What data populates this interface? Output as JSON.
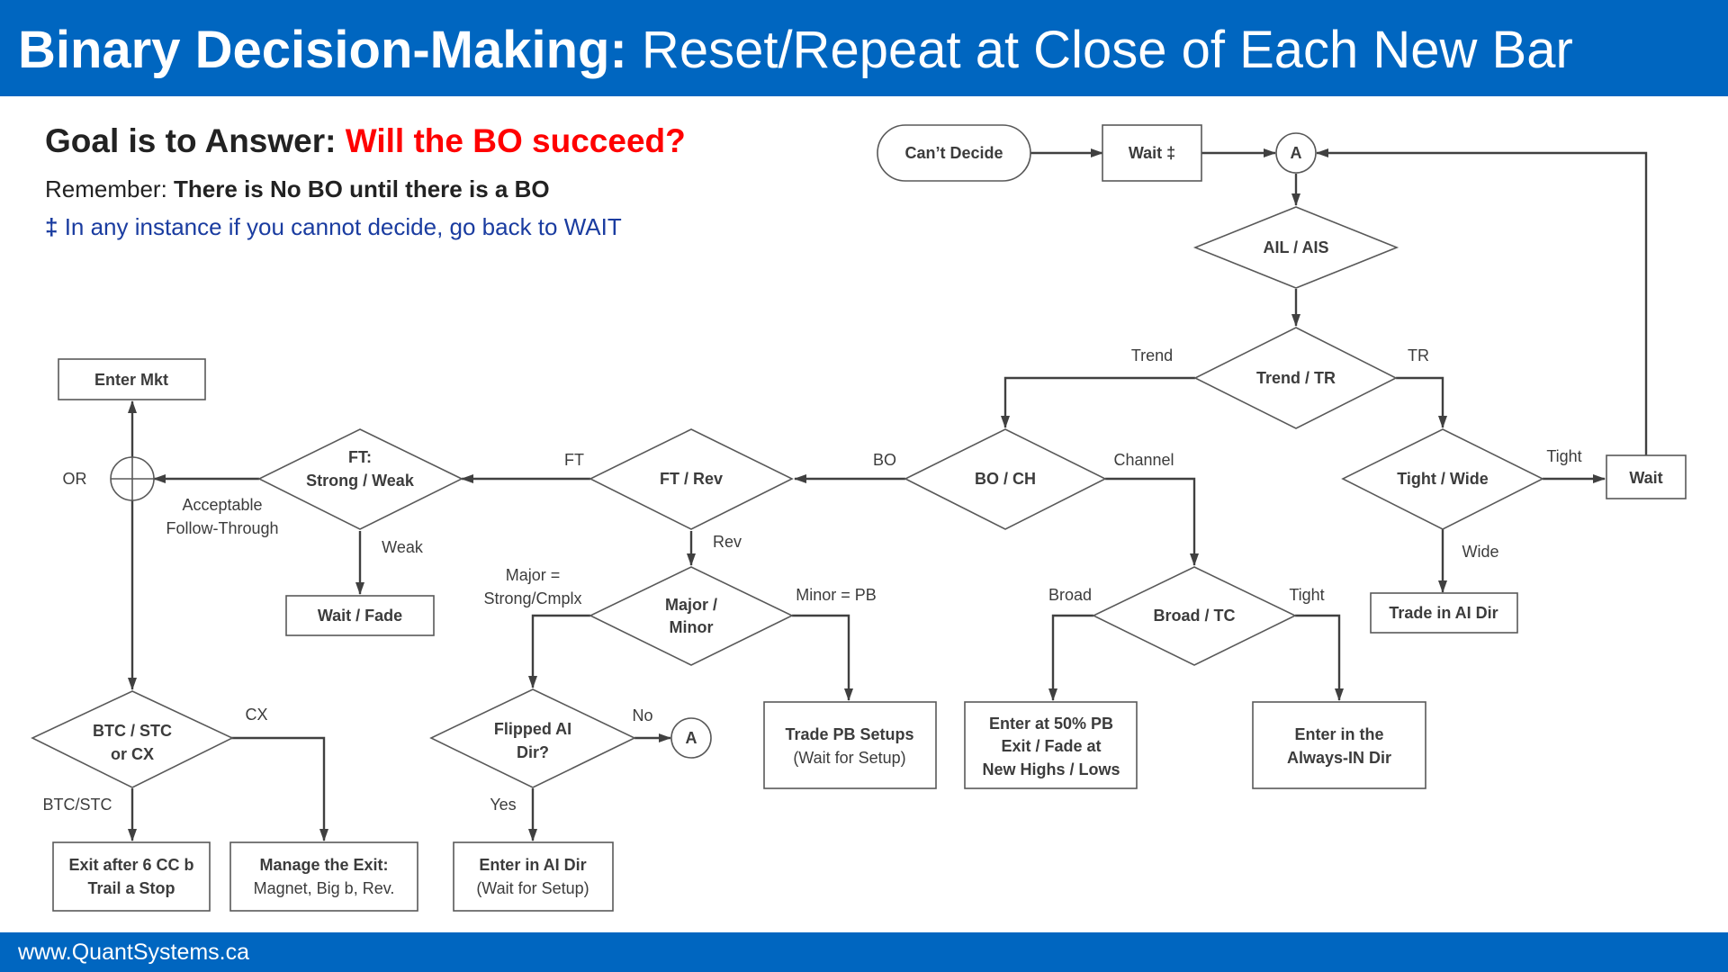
{
  "header": {
    "title_bold": "Binary Decision-Making:",
    "title_rest": " Reset/Repeat at Close of Each New Bar"
  },
  "intro": {
    "goal_prefix": "Goal is to Answer: ",
    "goal_question": "Will the BO succeed?",
    "remember_prefix": "Remember:  ",
    "remember_text": "There is No BO until there is a BO",
    "note_dagger": "‡",
    "note_text": " In any instance if you cannot decide, go back to WAIT"
  },
  "nodes": {
    "cant_decide": "Can’t Decide",
    "wait_top": "Wait ‡",
    "connector_top": "A",
    "ail_ais": "AIL  / AIS",
    "trend_tr": "Trend / TR",
    "bo_ch": "BO / CH",
    "tight_wide": "Tight / Wide",
    "wait_right": "Wait",
    "trade_ai_dir": "Trade in AI Dir",
    "broad_tc": "Broad / TC",
    "enter_50_pb": [
      "Enter at 50% PB",
      "Exit / Fade at",
      "New Highs / Lows"
    ],
    "enter_always_in": [
      "Enter in the",
      "Always-IN Dir"
    ],
    "ft_rev": "FT / Rev",
    "major_minor": [
      "Major /",
      "Minor"
    ],
    "trade_pb_setups": [
      "Trade PB Setups",
      "(Wait for Setup)"
    ],
    "flipped_ai_dir": [
      "Flipped AI",
      "Dir?"
    ],
    "connector_no": "A",
    "enter_ai_dir": [
      "Enter in AI Dir",
      "(Wait for Setup)"
    ],
    "ft_strong_weak": [
      "FT:",
      "Strong / Weak"
    ],
    "wait_fade": "Wait / Fade",
    "enter_mkt": "Enter Mkt",
    "btc_stc_cx": [
      "BTC / STC",
      "or  CX"
    ],
    "exit_after_6cc": [
      "Exit after 6 CC b",
      "Trail a Stop"
    ],
    "manage_exit": [
      "Manage the Exit:",
      "Magnet, Big b, Rev."
    ]
  },
  "edges": {
    "trend": "Trend",
    "tr": "TR",
    "bo": "BO",
    "channel": "Channel",
    "tight_right": "Tight",
    "wide": "Wide",
    "broad": "Broad",
    "tight_tc": "Tight",
    "ft": "FT",
    "rev": "Rev",
    "major": [
      "Major =",
      "Strong/Cmplx"
    ],
    "minor": "Minor = PB",
    "no": "No",
    "yes": "Yes",
    "weak": "Weak",
    "acceptable": [
      "Acceptable",
      "Follow-Through"
    ],
    "or": "OR",
    "cx": "CX",
    "btc_stc": "BTC/STC"
  },
  "footer": {
    "url": "www.QuantSystems.ca"
  },
  "colors": {
    "header_bg": "#0066c0",
    "question_red": "#ff0000",
    "note_blue": "#1a3ca0"
  }
}
